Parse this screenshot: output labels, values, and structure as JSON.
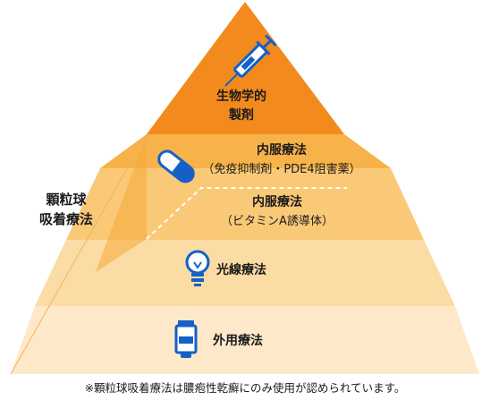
{
  "pyramid": {
    "levels": [
      {
        "id": "biologics",
        "lines": [
          "生物学的",
          "製剤"
        ],
        "color": "#f38a1d"
      },
      {
        "id": "oral-pde4",
        "lines": [
          "内服療法",
          "（免疫抑制剤・PDE4阻害薬）"
        ],
        "color": "#f7b24a"
      },
      {
        "id": "oral-vita",
        "lines": [
          "内服療法",
          "（ビタミンA誘導体）"
        ],
        "color": "#fac977"
      },
      {
        "id": "phototherapy",
        "lines": [
          "光線療法"
        ],
        "color": "#fcdca5"
      },
      {
        "id": "topical",
        "lines": [
          "外用療法"
        ],
        "color": "#fde9c9"
      }
    ],
    "side_label": [
      "顆粒球",
      "吸着療法"
    ],
    "icons": {
      "syringe": "syringe-icon",
      "capsule": "capsule-icon",
      "lightbulb": "lightbulb-icon",
      "tube": "ointment-tube-icon"
    },
    "icon_color": "#1560c8",
    "footnote": "※顆粒球吸着療法は膿疱性乾癬にのみ使用が認められています。"
  }
}
